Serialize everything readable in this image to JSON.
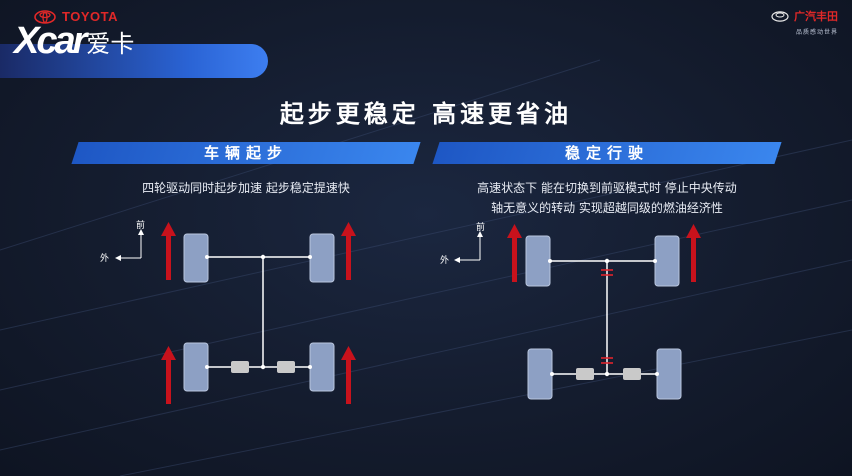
{
  "brand": {
    "toyota": "TOYOTA",
    "xcar_latin": "Xcar",
    "xcar_cn": "爱卡",
    "gac_name": "广汽丰田",
    "gac_slogan": "品质感动世界"
  },
  "title": "起步更稳定  高速更省油",
  "left": {
    "heading": "车辆起步",
    "description": "四轮驱动同时起步加速  起步稳定提速快",
    "label_front": "前",
    "label_out": "外"
  },
  "right": {
    "heading": "稳定行驶",
    "description_line1": "高速状态下 能在切换到前驱模式时 停止中央传动",
    "description_line2": "轴无意义的转动 实现超越同级的燃油经济性",
    "label_front": "前",
    "label_out": "外"
  },
  "colors": {
    "accent_blue": "#2f74e0",
    "arrow_red": "#c8121c",
    "tire": "#8da0c4",
    "shaft": "#ffffff",
    "differential": "#c9c9c9",
    "disconnect": "#e0242c"
  }
}
